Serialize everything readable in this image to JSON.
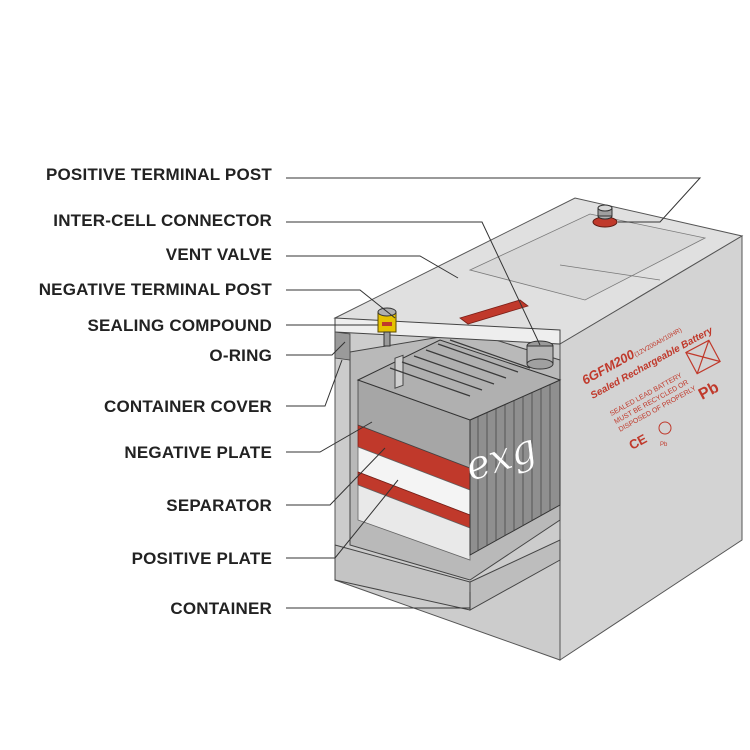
{
  "labels": {
    "positive_terminal_post": "POSITIVE TERMINAL POST",
    "inter_cell_connector": "INTER-CELL CONNECTOR",
    "vent_valve": "VENT VALVE",
    "negative_terminal_post": "NEGATIVE TERMINAL POST",
    "sealing_compound": "SEALING COMPOUND",
    "o_ring": "O-RING",
    "container_cover": "CONTAINER COVER",
    "negative_plate": "NEGATIVE PLATE",
    "separator": "SEPARATOR",
    "positive_plate": "POSITIVE PLATE",
    "container": "CONTAINER"
  },
  "battery_text": {
    "model": "6GFM200",
    "rating": "(12V200Ah/10HR)",
    "type": "Sealed Rechargeable Battery",
    "warn1": "SEALED LEAD BATTERY",
    "warn2": "MUST BE RECYCLED OR",
    "warn3": "DISPOSED OF PROPERLY",
    "ce": "CE",
    "pb": "Pb",
    "pb_small": "Pb",
    "logo": "exg"
  },
  "colors": {
    "body": "#d6d6d6",
    "body_dark": "#bfbfbf",
    "top": "#e2e2e2",
    "red": "#c0392b",
    "plate": "#9a9a9a"
  }
}
